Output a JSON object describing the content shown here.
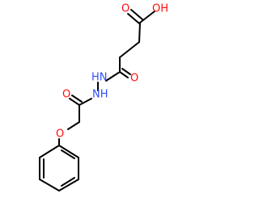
{
  "molecule": {
    "colors": {
      "bond": "#000000",
      "oxygen": "#ff0d0d",
      "nitrogen": "#3050f8",
      "background": "#ffffff"
    },
    "atoms": {
      "hydroxyl": "OH",
      "acid_carbonyl_o": "O",
      "hydrazide_carbonyl_o_upper": "O",
      "hydrazide_carbonyl_o_lower": "O",
      "nh_upper": "HN",
      "nh_lower": "NH",
      "ether_o": "O"
    }
  }
}
